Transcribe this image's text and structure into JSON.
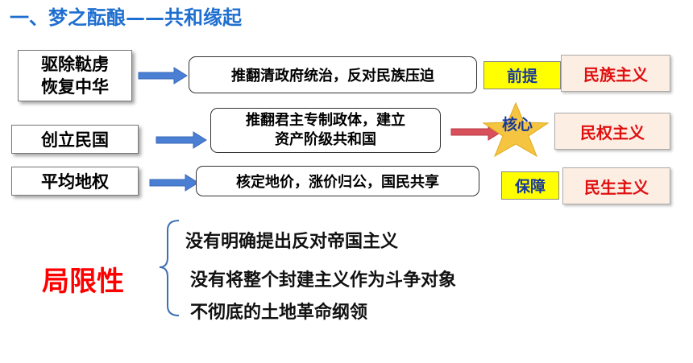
{
  "title": "一、梦之酝酿——共和缘起",
  "rows": [
    {
      "slogan": "驱除鞑虏\n恢复中华",
      "content": "推翻清政府统治，反对民族压迫",
      "tag": "前提",
      "principle": "民族主义"
    },
    {
      "slogan": "创立民国",
      "content": "推翻君主专制政体，建立\n资产阶级共和国",
      "tag": "核心",
      "principle": "民权主义"
    },
    {
      "slogan": "平均地权",
      "content": "核定地价，涨价归公，国民共享",
      "tag": "保障",
      "principle": "民生主义"
    }
  ],
  "limitations": {
    "label": "局限性",
    "items": [
      "没有明确提出反对帝国主义",
      "没有将整个封建主义作为斗争对象",
      "不彻底的土地革命纲领"
    ]
  },
  "colors": {
    "title": "#1f6fd0",
    "arrow_blue": "#4a7fd4",
    "arrow_red": "#d8505a",
    "tag_yellow": "#ffff00",
    "principle_red": "#e01010",
    "limitation_red": "#ff0000",
    "star_fill": "#f5c542"
  }
}
